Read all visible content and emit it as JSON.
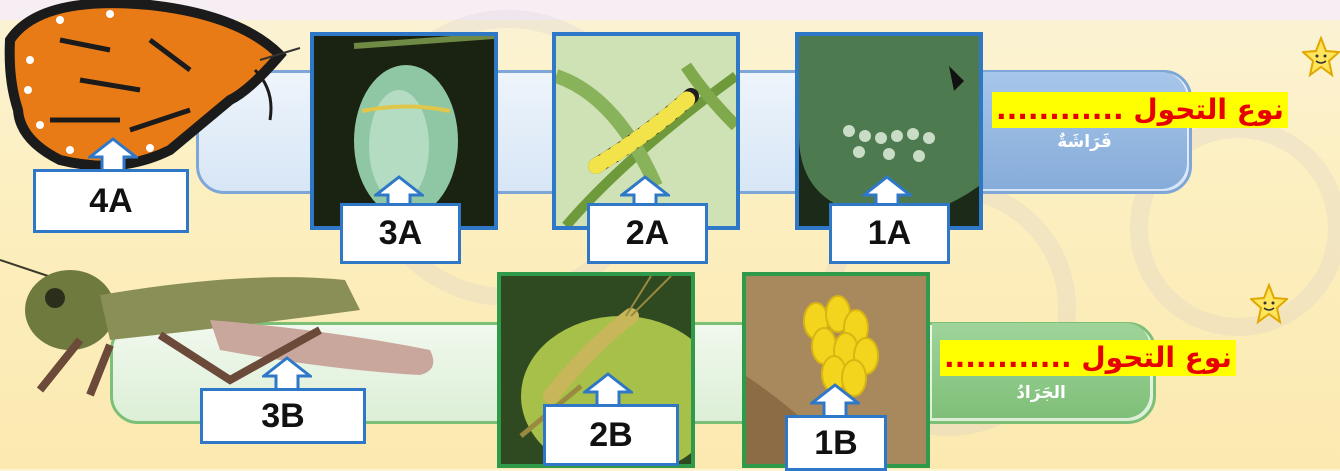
{
  "question_text": "نوع التحول ............",
  "row_butterfly": {
    "panel_label": "فَرَاشَةٌ",
    "tags": [
      "4A",
      "3A",
      "2A",
      "1A"
    ]
  },
  "row_grasshopper": {
    "panel_label": "الجَرَادُ",
    "tags": [
      "3B",
      "2B",
      "1B"
    ]
  },
  "colors": {
    "question_bg": "#ffff00",
    "question_text": "#e60000",
    "row_a_border": "#2f78c8",
    "row_b_border": "#2f9a4a"
  },
  "icons": [
    "star-icon",
    "up-arrow-icon"
  ]
}
